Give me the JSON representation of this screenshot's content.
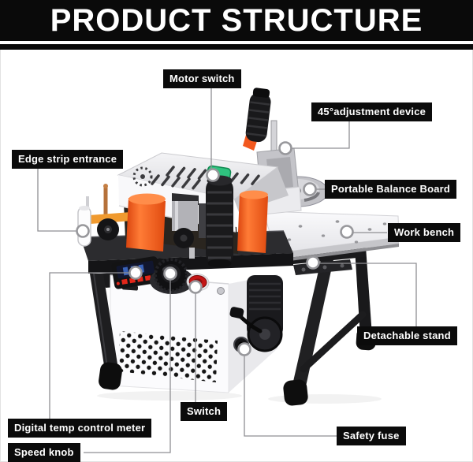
{
  "header": {
    "title": "PRODUCT STRUCTURE"
  },
  "callouts": {
    "motor_switch": "Motor switch",
    "adjustment_device": "45°adjustment device",
    "edge_strip_entrance": "Edge strip entrance",
    "portable_balance_board": "Portable Balance Board",
    "work_bench": "Work bench",
    "detachable_stand": "Detachable stand",
    "digital_temp_control_meter": "Digital temp control meter",
    "speed_knob": "Speed knob",
    "switch": "Switch",
    "safety_fuse": "Safety fuse"
  },
  "colors": {
    "header_bg": "#0a0a0a",
    "label_bg": "#0b0b0b",
    "label_text": "#ffffff",
    "accent_orange": "#f2581e",
    "switch_green": "#2fc27e",
    "switch_red": "#c41515",
    "machine_black": "#1b1b1d",
    "callout_line": "#8f8f93"
  }
}
